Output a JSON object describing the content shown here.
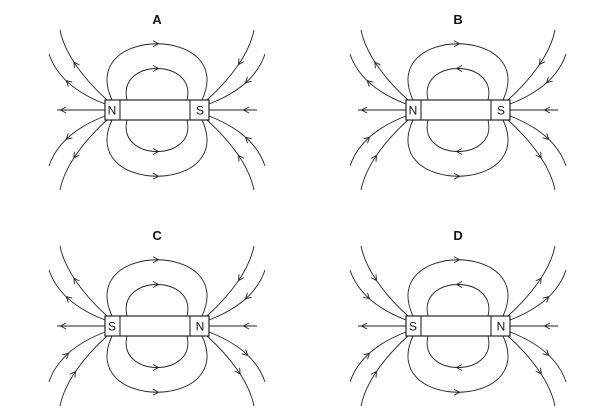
{
  "panels": [
    {
      "id": "A",
      "label": "A",
      "left_pole": "N",
      "right_pole": "S",
      "outer": "ltr",
      "inner": "ltr",
      "upper": "out",
      "lower": "out",
      "axis": "in"
    },
    {
      "id": "B",
      "label": "B",
      "left_pole": "N",
      "right_pole": "S",
      "outer": "ltr",
      "inner": "rtl",
      "upper": "out",
      "lower": "in",
      "axis": "in"
    },
    {
      "id": "C",
      "label": "C",
      "left_pole": "S",
      "right_pole": "N",
      "outer": "ltr",
      "inner": "ltr",
      "upper": "out",
      "lower": "in",
      "axis": "in"
    },
    {
      "id": "D",
      "label": "D",
      "left_pole": "S",
      "right_pole": "N",
      "outer": "ltr",
      "inner": "rtl",
      "upper": "in",
      "axis": "in",
      "lower": "in"
    }
  ],
  "colors": {
    "ink": "#222222",
    "background": "#ffffff"
  }
}
